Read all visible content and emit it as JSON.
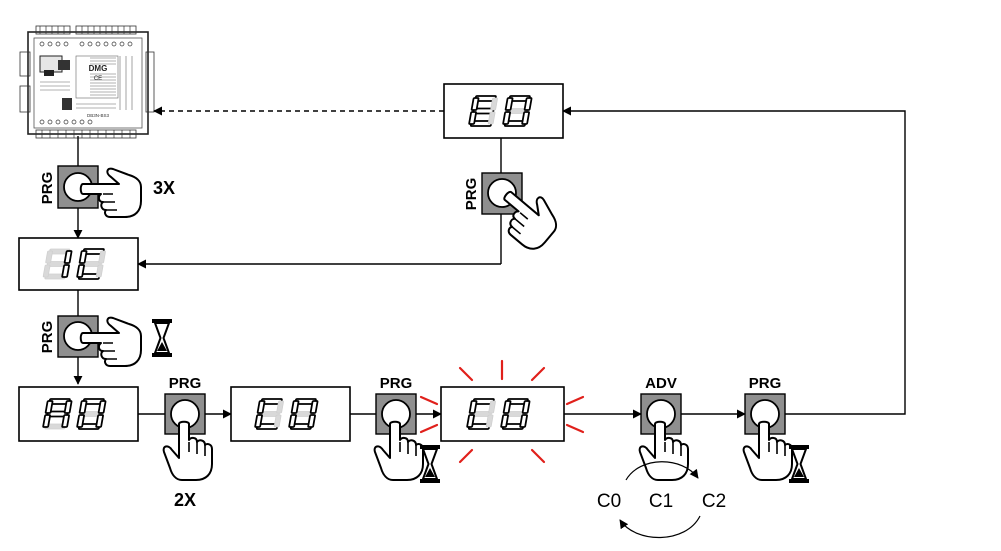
{
  "colors": {
    "line": "#000000",
    "button_fill": "#8f8f8f",
    "segment_off": "#d9d9d9",
    "blink": "#e0201b"
  },
  "controller": {
    "brand": "DMG",
    "ce_mark": "CE",
    "model": "DB3N-BS3"
  },
  "displays": {
    "e0": "E0",
    "ic": "IC",
    "a0": "A0",
    "c0": "C0",
    "c0_blink": "C0"
  },
  "buttons": {
    "prg": "PRG",
    "adv": "ADV"
  },
  "repeat": {
    "three_times": "3X",
    "two_times": "2X"
  },
  "cycle": {
    "options": [
      "C0",
      "C1",
      "C2"
    ]
  },
  "icons": [
    "hand-pointer-icon",
    "hourglass-icon",
    "controller-board-icon"
  ]
}
